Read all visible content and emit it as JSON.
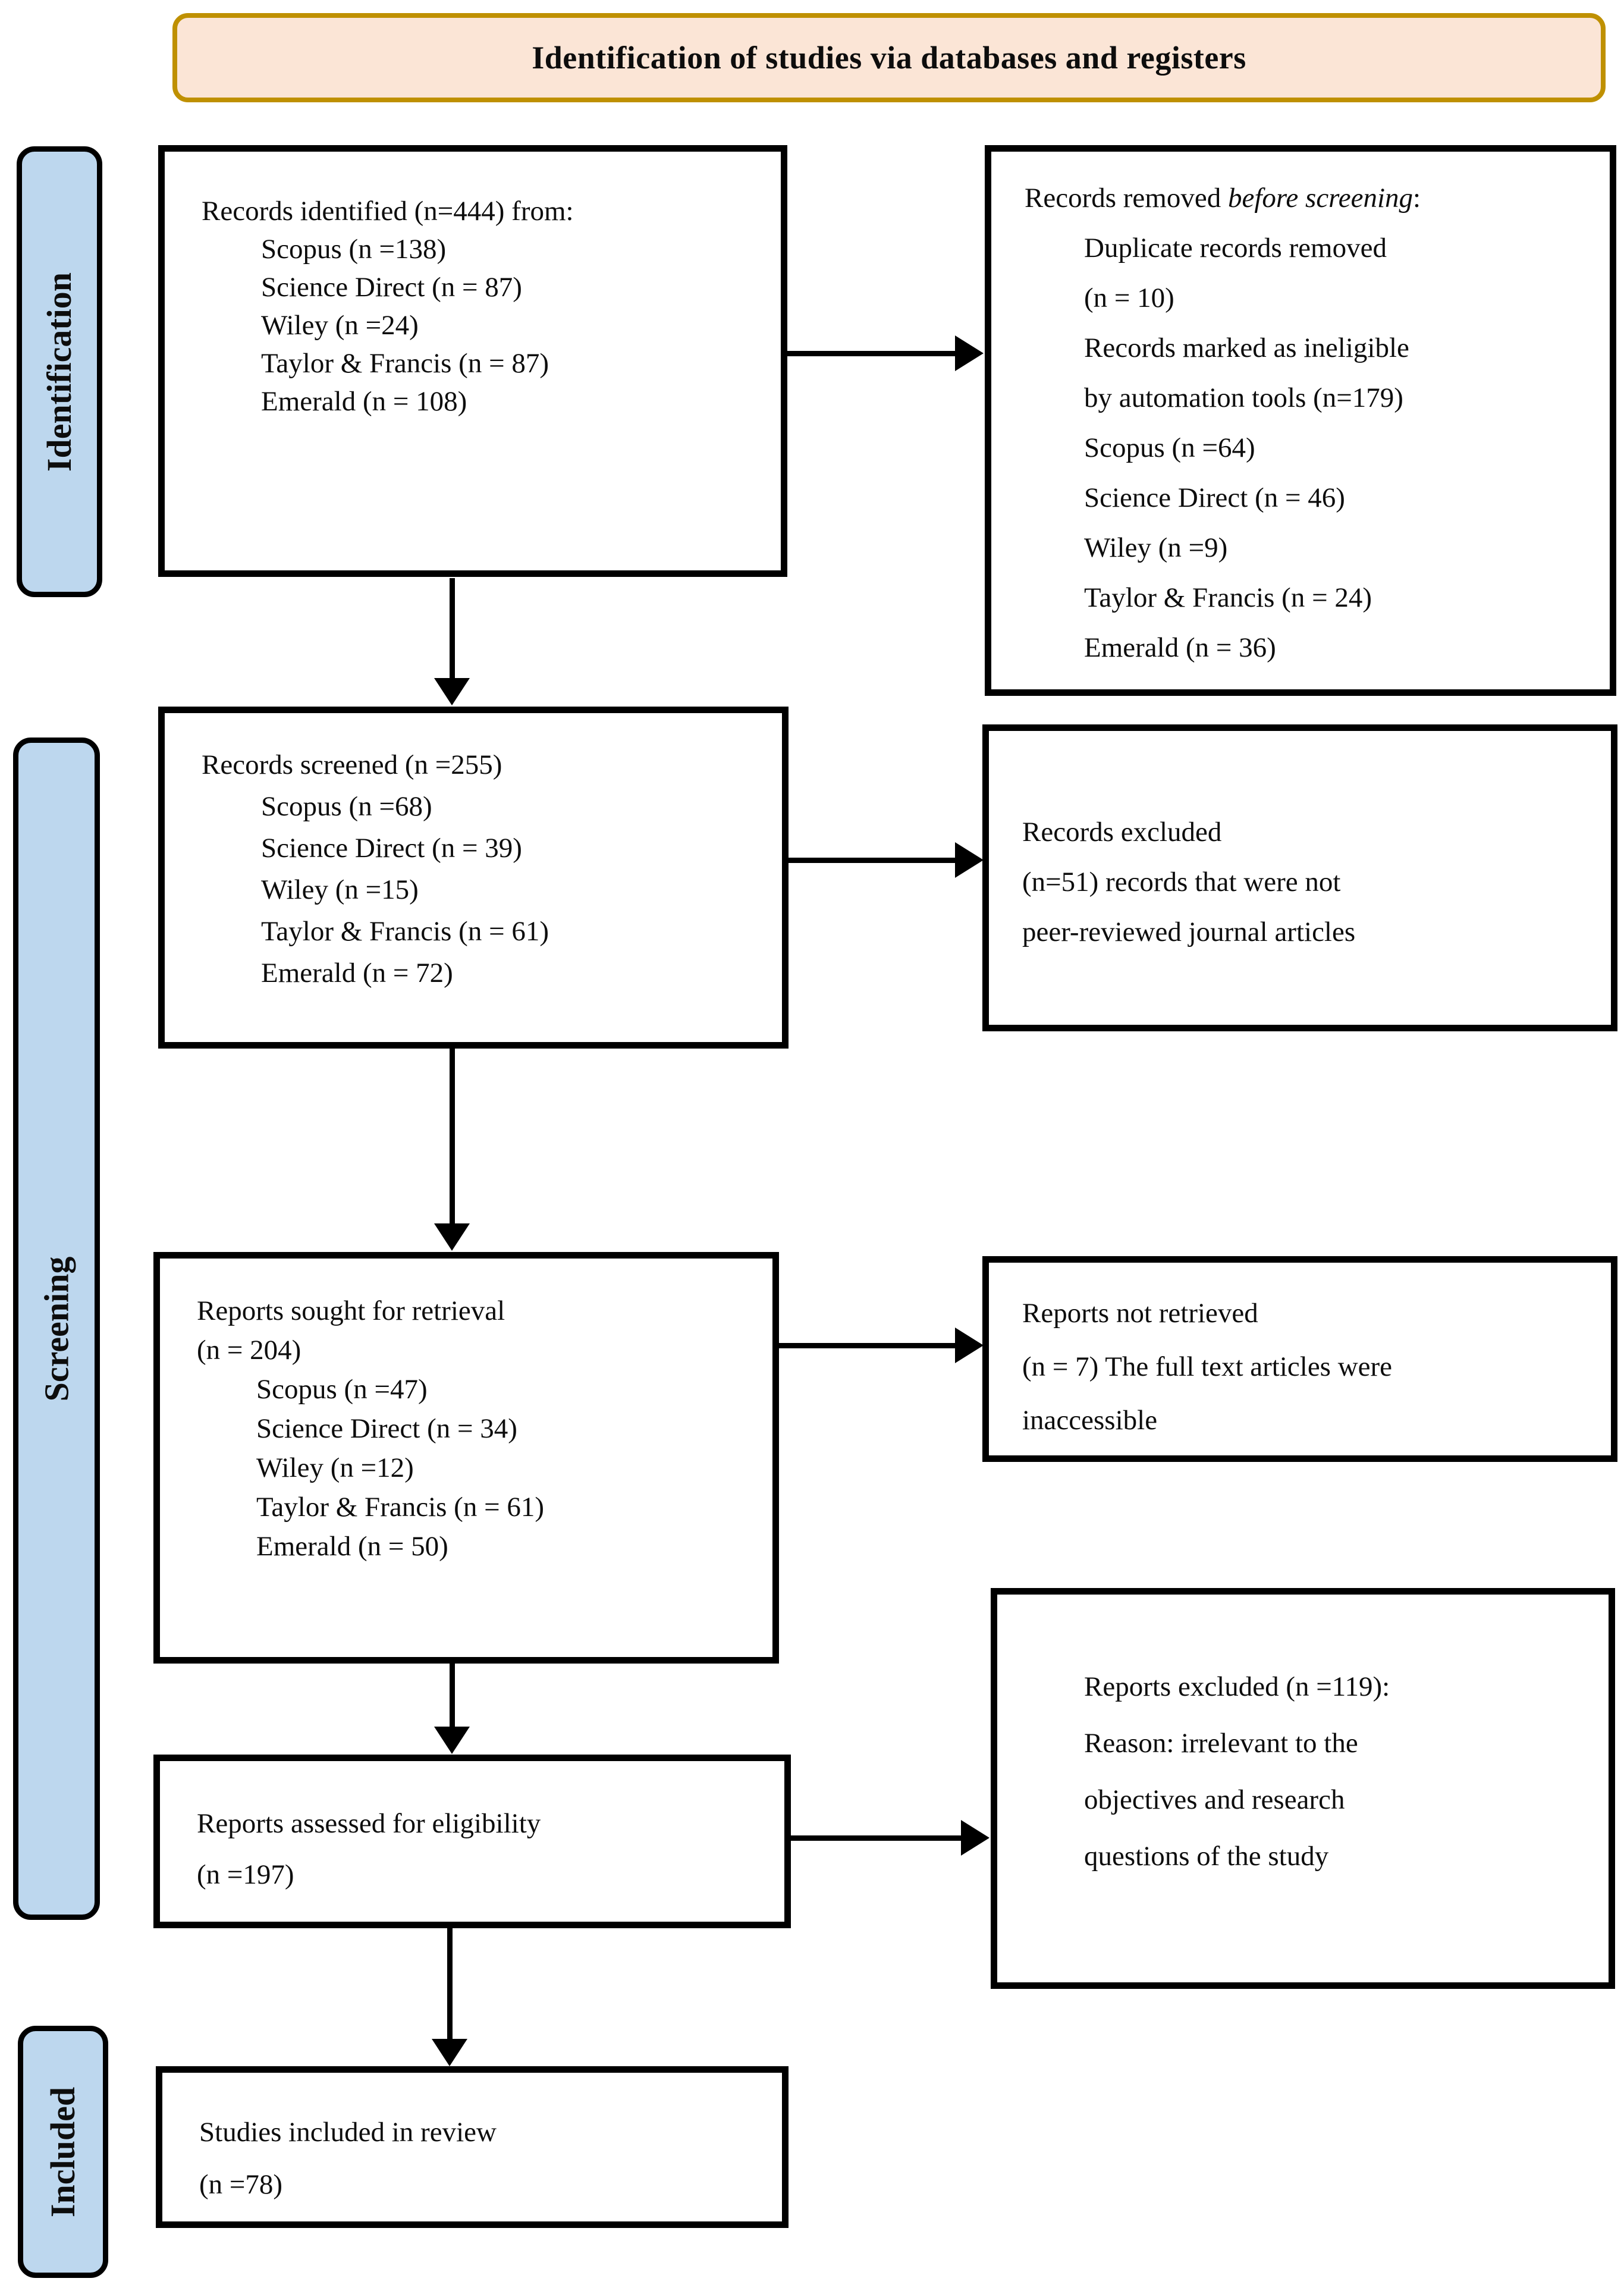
{
  "banner": {
    "title": "Identification of studies via databases and registers"
  },
  "stages": {
    "identification": "Identification",
    "screening": "Screening",
    "included": "Included"
  },
  "colors": {
    "banner_fill": "#fbe5d6",
    "banner_border": "#bf9000",
    "stage_fill": "#bdd7ee",
    "box_border": "#000000",
    "box_fill": "#ffffff"
  },
  "boxes": {
    "records_identified": {
      "title": "Records identified (n=444) from:",
      "items": [
        "Scopus (n =138)",
        "Science Direct (n = 87)",
        "Wiley (n =24)",
        "Taylor & Francis (n = 87)",
        "Emerald (n = 108)"
      ]
    },
    "records_removed": {
      "title_prefix": "Records removed ",
      "title_italic": "before screening",
      "title_suffix": ":",
      "items": [
        "Duplicate records removed",
        "(n = 10)",
        "Records marked as ineligible",
        "by automation tools (n=179)",
        "Scopus (n =64)",
        "Science Direct (n = 46)",
        "Wiley (n =9)",
        "Taylor & Francis (n = 24)",
        "Emerald (n = 36)"
      ]
    },
    "records_screened": {
      "title": "Records screened (n =255)",
      "items": [
        "Scopus (n =68)",
        "Science Direct (n = 39)",
        "Wiley (n =15)",
        "Taylor & Francis (n = 61)",
        "Emerald (n = 72)"
      ]
    },
    "records_excluded": {
      "lines": [
        "Records excluded",
        "(n=51) records that were not",
        "peer-reviewed journal articles"
      ]
    },
    "reports_sought": {
      "lines": [
        "Reports sought for retrieval",
        "(n = 204)"
      ],
      "items": [
        "Scopus (n =47)",
        "Science Direct (n = 34)",
        "Wiley (n =12)",
        "Taylor & Francis (n = 61)",
        "Emerald (n = 50)"
      ]
    },
    "reports_not_retrieved": {
      "lines": [
        "Reports not retrieved",
        "(n = 7) The full text articles were",
        "inaccessible"
      ]
    },
    "reports_assessed": {
      "lines": [
        "Reports assessed for eligibility",
        "(n =197)"
      ]
    },
    "reports_excluded": {
      "lines": [
        "Reports excluded (n =119):",
        "Reason: irrelevant to the",
        "objectives and research",
        "questions of the study"
      ]
    },
    "studies_included": {
      "lines": [
        "Studies included in review",
        "(n =78)"
      ]
    }
  }
}
